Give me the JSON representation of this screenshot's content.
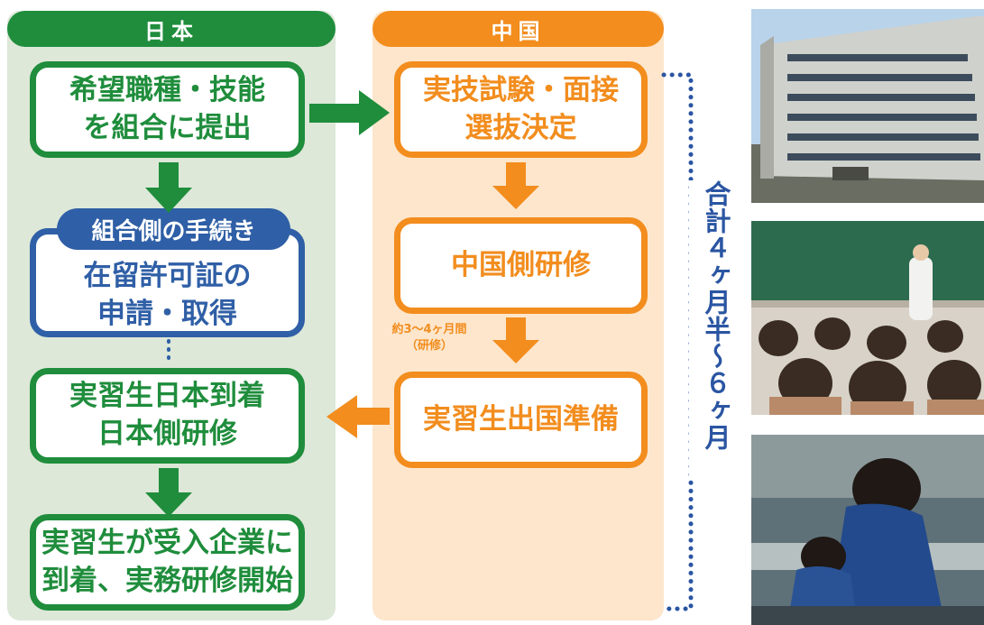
{
  "japan": {
    "header": "日本",
    "step1": [
      "希望職種・技能",
      "を組合に提出"
    ],
    "union_tag": "組合側の手続き",
    "step2": [
      "在留許可証の",
      "申請・取得"
    ],
    "step3": [
      "実習生日本到着",
      "日本側研修"
    ],
    "step4": [
      "実習生が受入企業に",
      "到着、実務研修開始"
    ]
  },
  "china": {
    "header": "中国",
    "step1": [
      "実技試験・面接",
      "選抜決定"
    ],
    "step2": "中国側研修",
    "duration_note": [
      "約3〜4ヶ月間",
      "（研修）"
    ],
    "step3": "実習生出国準備"
  },
  "total_duration": "合計４ヶ月半〜６ヶ月",
  "colors": {
    "green": "#1f8d3c",
    "orange": "#f28d1e",
    "blue": "#2f5fa6",
    "dots_blue": "#2a55a2",
    "japan_panel": "#dde8d8",
    "china_panel": "#fde6cc"
  }
}
